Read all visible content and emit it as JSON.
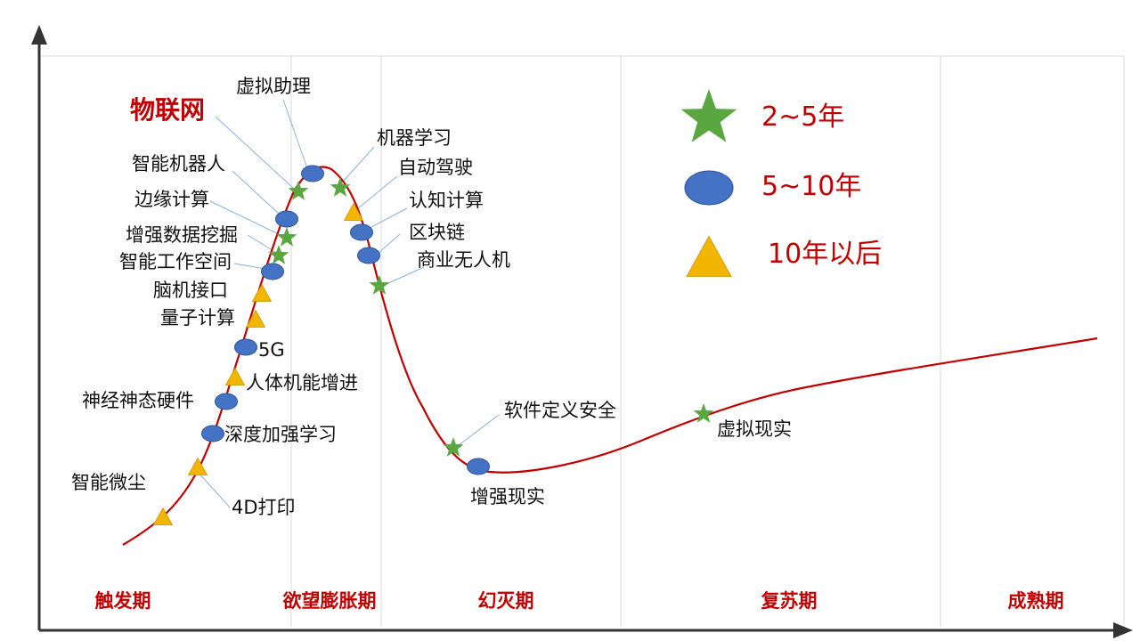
{
  "colors": {
    "curve": "#c00000",
    "star": "#5aa640",
    "ellipse": "#4472c4",
    "triangle": "#f2b600",
    "accent_text": "#c00000",
    "label_text": "#111111",
    "leader": "#8eb0d8",
    "grid": "#d9d9d9",
    "axis": "#333333"
  },
  "highlight_label": "物联网",
  "phases": [
    "触发期",
    "欲望膨胀期",
    "幻灭期",
    "复苏期",
    "成熟期"
  ],
  "legend": [
    {
      "icon": "star-icon",
      "label": "2~5年"
    },
    {
      "icon": "ellipse-icon",
      "label": "5~10年"
    },
    {
      "icon": "triangle-icon",
      "label": "10年以后"
    }
  ],
  "technologies": [
    {
      "label": "智能微尘",
      "marker": "triangle"
    },
    {
      "label": "4D打印",
      "marker": "triangle"
    },
    {
      "label": "深度加强学习",
      "marker": "ellipse"
    },
    {
      "label": "神经神态硬件",
      "marker": "ellipse"
    },
    {
      "label": "人体机能增进",
      "marker": "triangle"
    },
    {
      "label": "5G",
      "marker": "ellipse"
    },
    {
      "label": "量子计算",
      "marker": "triangle"
    },
    {
      "label": "脑机接口",
      "marker": "triangle"
    },
    {
      "label": "智能工作空间",
      "marker": "ellipse"
    },
    {
      "label": "增强数据挖掘",
      "marker": "star"
    },
    {
      "label": "边缘计算",
      "marker": "star"
    },
    {
      "label": "智能机器人",
      "marker": "ellipse"
    },
    {
      "label": "物联网",
      "marker": "star"
    },
    {
      "label": "虚拟助理",
      "marker": "ellipse"
    },
    {
      "label": "机器学习",
      "marker": "star"
    },
    {
      "label": "自动驾驶",
      "marker": "triangle"
    },
    {
      "label": "认知计算",
      "marker": "ellipse"
    },
    {
      "label": "区块链",
      "marker": "ellipse"
    },
    {
      "label": "商业无人机",
      "marker": "star"
    },
    {
      "label": "软件定义安全",
      "marker": "star"
    },
    {
      "label": "增强现实",
      "marker": "ellipse"
    },
    {
      "label": "虚拟现实",
      "marker": "star"
    }
  ]
}
